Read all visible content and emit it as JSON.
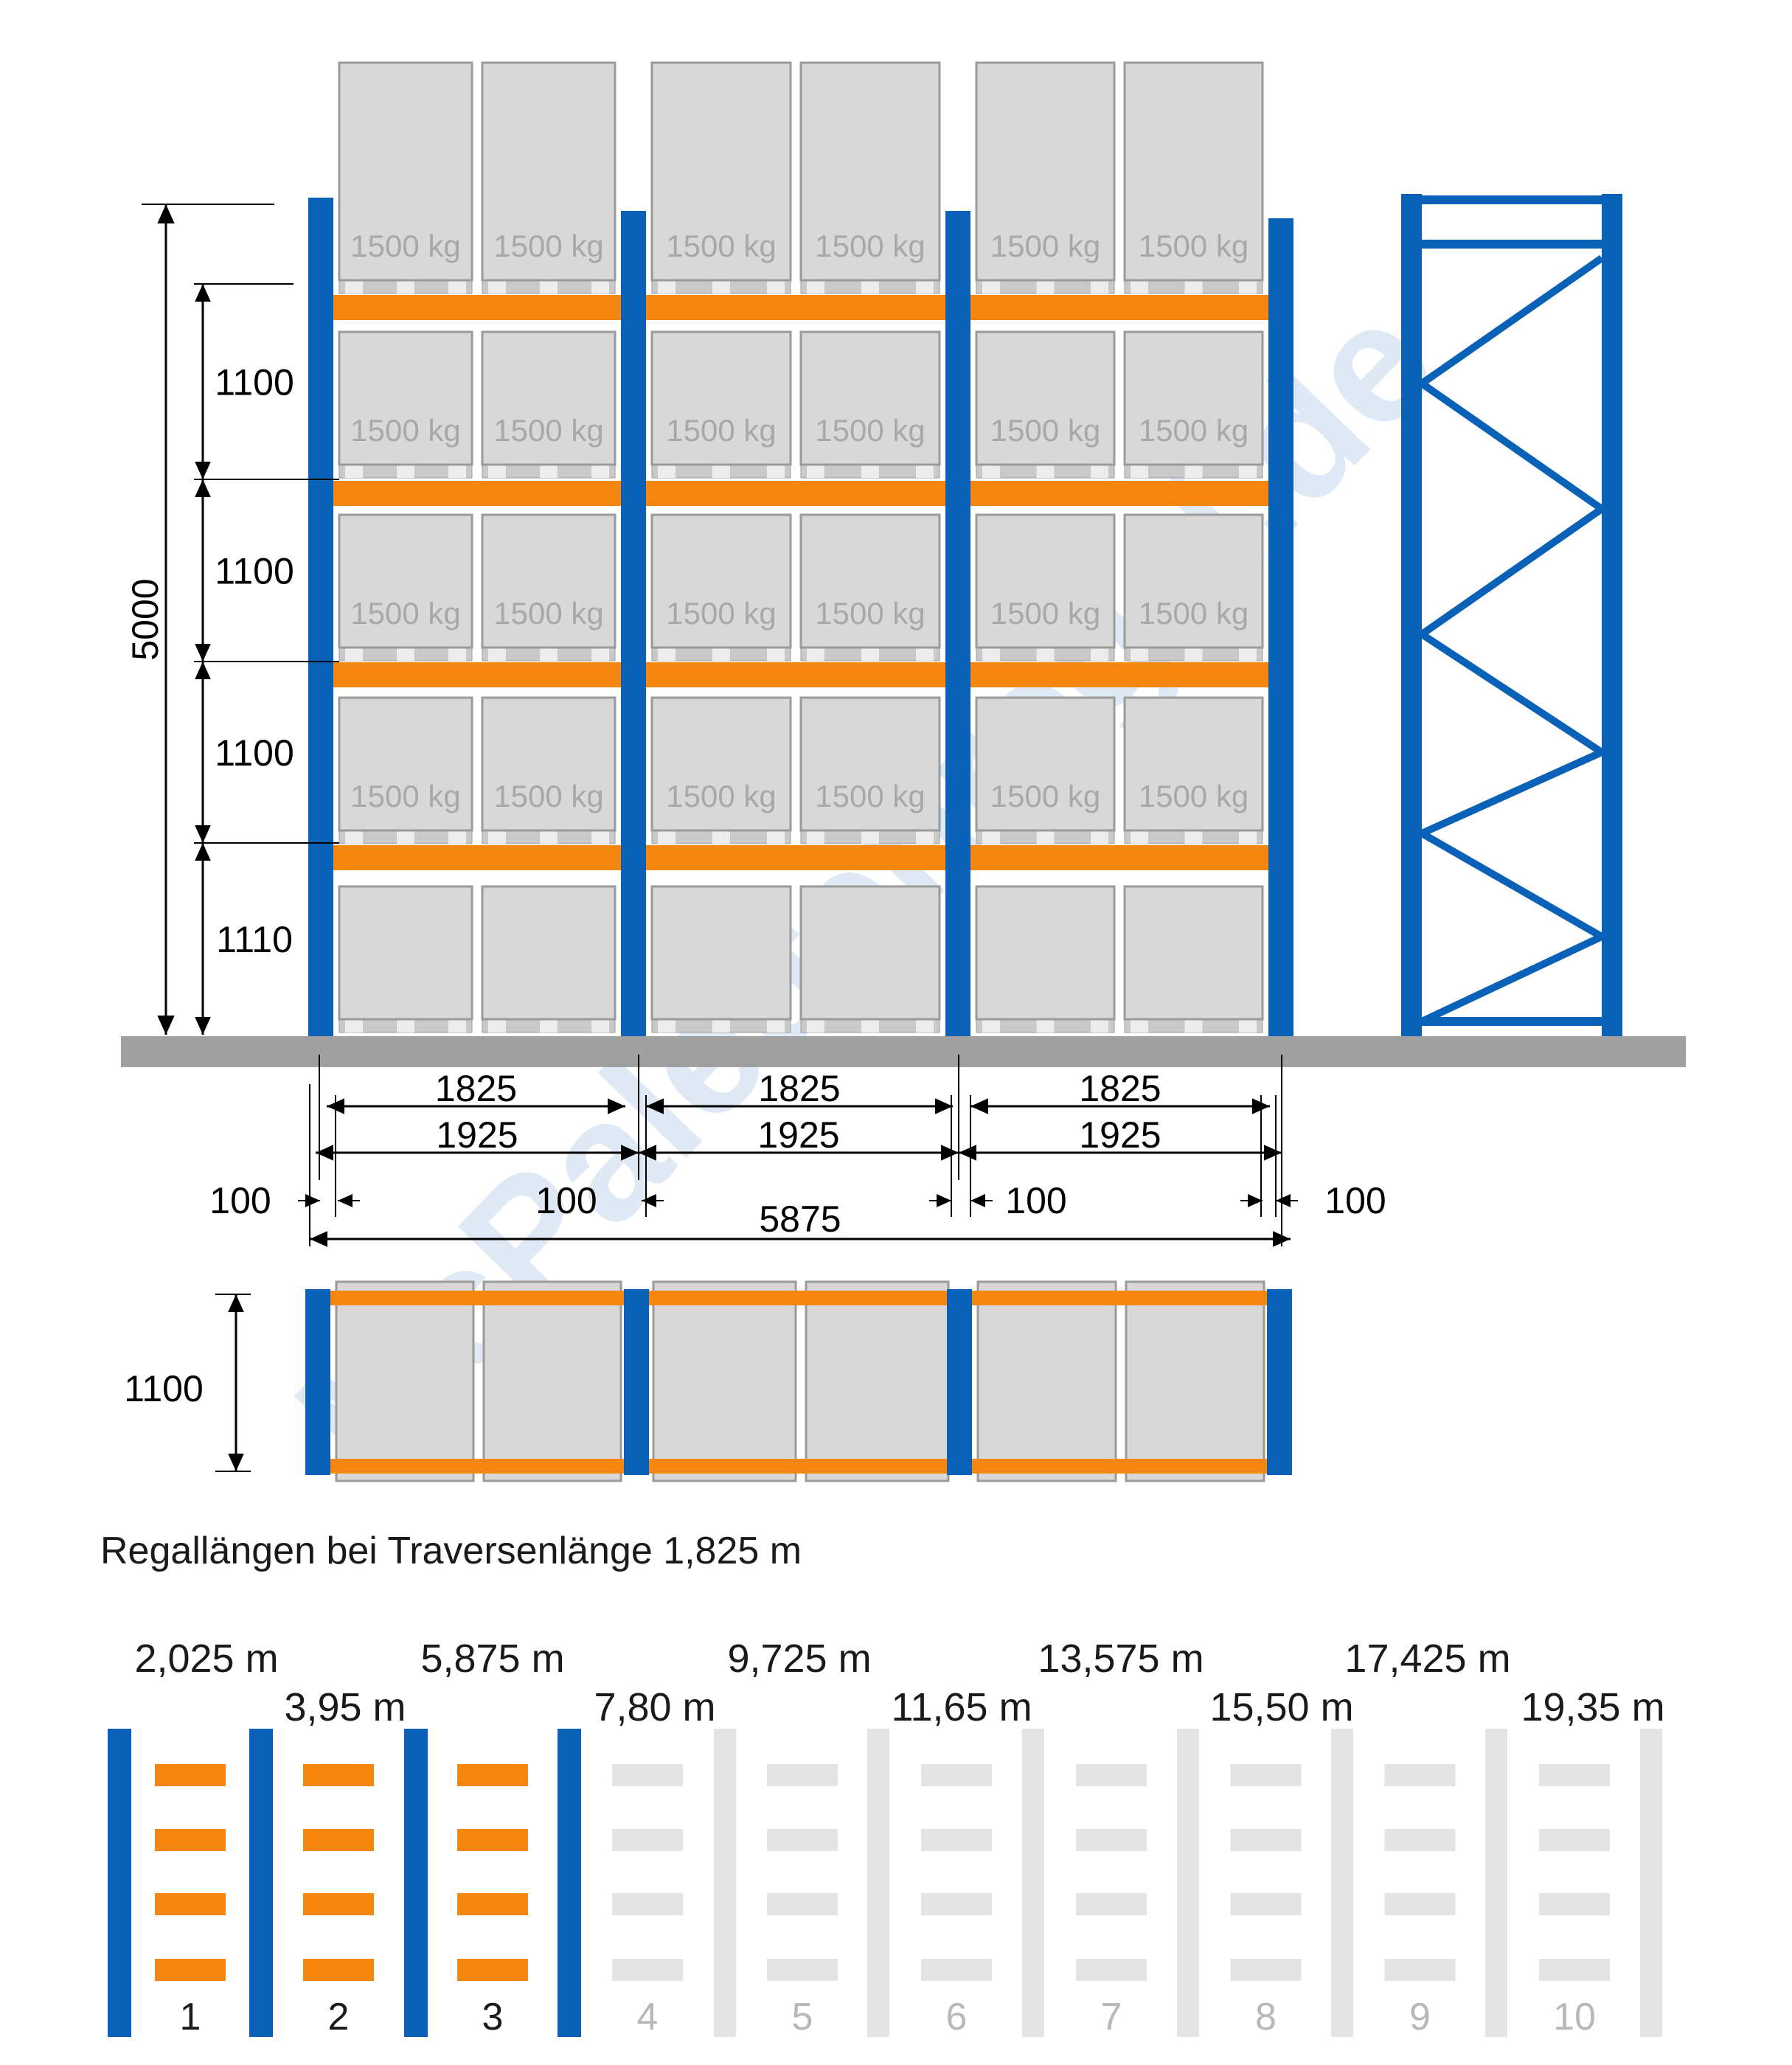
{
  "colors": {
    "upright": "#0a62b8",
    "beam": "#f5860f",
    "pallet": "#d8d8d8",
    "pallet_stroke": "#9a9a9a",
    "floor": "#a0a0a0",
    "inactive": "#e3e3e3",
    "watermark": "#dbe7f5"
  },
  "front_view": {
    "load_label": "1500 kg",
    "total_height": "5000",
    "level_heights": [
      "1100",
      "1100",
      "1100",
      "1110"
    ],
    "beam_lengths": [
      "1825",
      "1825",
      "1825"
    ],
    "bay_widths": [
      "1925",
      "1925",
      "1925"
    ],
    "gaps": [
      "100",
      "100",
      "100",
      "100"
    ],
    "total_length": "5875"
  },
  "top_view": {
    "depth": "1100"
  },
  "watermark_text": "McPalettenregal.de",
  "lengths_section": {
    "caption": "Regallängen bei Traversenlänge 1,825 m",
    "lengths_top": [
      "2,025 m",
      "5,875 m",
      "9,725 m",
      "13,575 m",
      "17,425 m"
    ],
    "lengths_bottom": [
      "3,95 m",
      "7,80 m",
      "11,65 m",
      "15,50 m",
      "19,35 m"
    ],
    "bay_numbers": [
      "1",
      "2",
      "3",
      "4",
      "5",
      "6",
      "7",
      "8",
      "9",
      "10"
    ],
    "active_bays": 3
  }
}
